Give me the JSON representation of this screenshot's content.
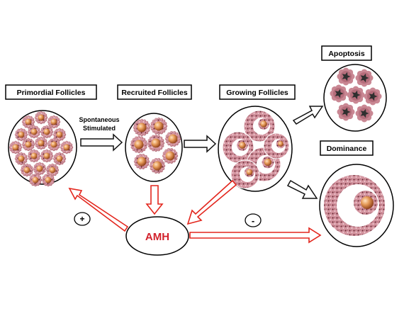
{
  "stages": {
    "primordial": "Primordial Follicles",
    "recruited": "Recruited Follicles",
    "growing": "Growing Follicles",
    "apoptosis": "Apoptosis",
    "dominance": "Dominance"
  },
  "transition": {
    "line1": "Spontaneous",
    "line2": "Stimulated"
  },
  "hormone": "AMH",
  "effects": {
    "positive": "+",
    "negative": "-"
  },
  "colors": {
    "inhibition_arrow": "#e3261d",
    "flow_arrow": "#111111",
    "granulosa": "#c98793",
    "oocyte": "#d9793c",
    "apoptotic_core": "#333333"
  }
}
